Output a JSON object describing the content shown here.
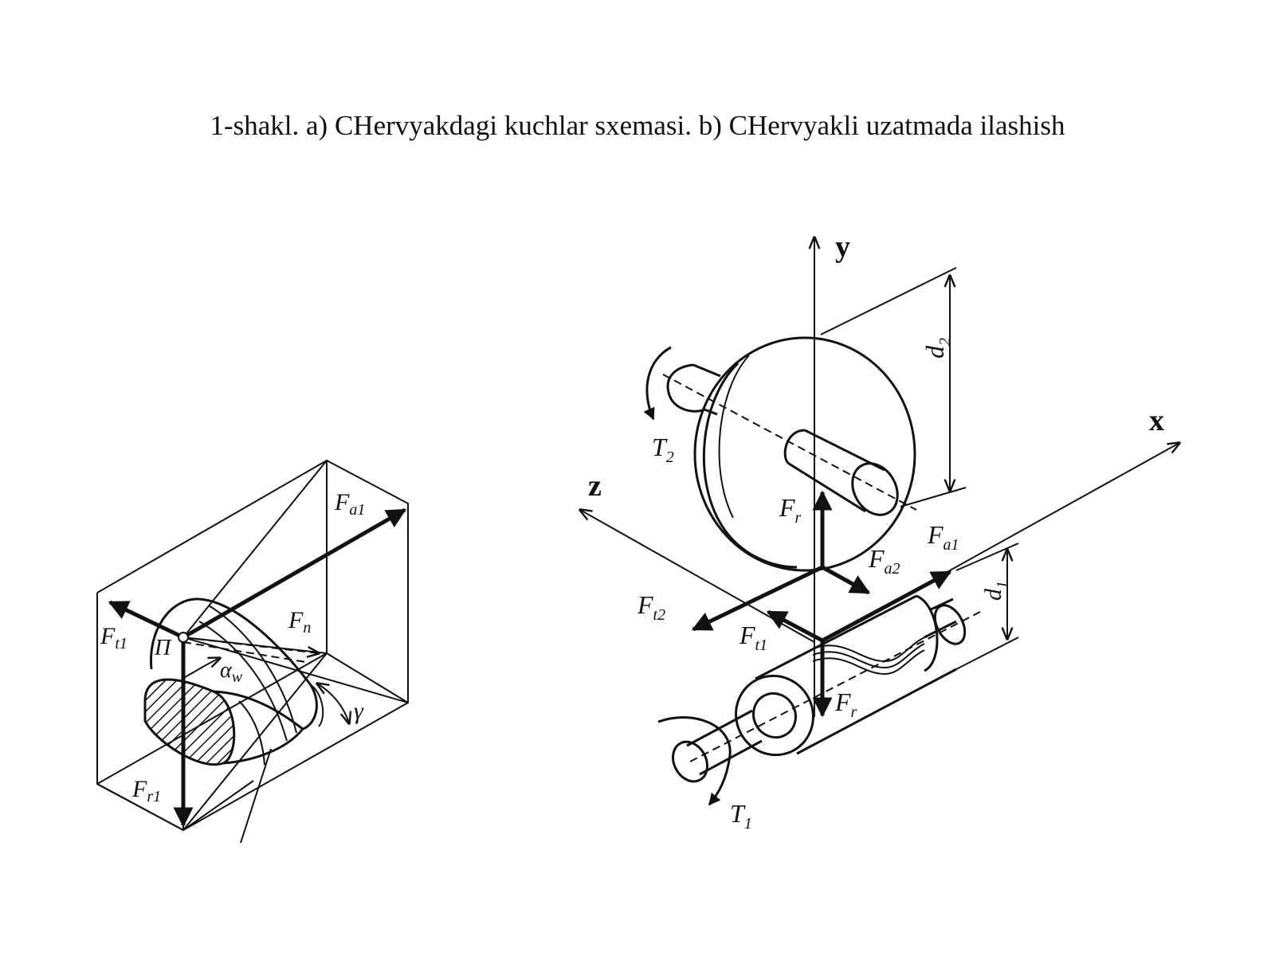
{
  "caption": "1-shakl. a) CHervyakdagi kuchlar sxemasi. b) CHervyakli uzatmada ilashish",
  "figure_a": {
    "labels": {
      "fa1": "F",
      "fa1_sub": "a1",
      "ft1": "F",
      "ft1_sub": "t1",
      "fn": "F",
      "fn_sub": "n",
      "fr1": "F",
      "fr1_sub": "r1",
      "pole": "Π",
      "alpha": "α",
      "alpha_sub": "w",
      "gamma": "γ"
    }
  },
  "figure_b": {
    "axes": {
      "y": "y",
      "x": "x",
      "z": "z"
    },
    "labels": {
      "d2": "d",
      "d2_sub": "2",
      "d1": "d",
      "d1_sub": "1",
      "t2": "T",
      "t2_sub": "2",
      "t1": "T",
      "t1_sub": "1",
      "fr_top": "F",
      "fr_top_sub": "r",
      "fr_bottom": "F",
      "fr_bottom_sub": "r",
      "fa1": "F",
      "fa1_sub": "a1",
      "fa2": "F",
      "fa2_sub": "a2",
      "ft2": "F",
      "ft2_sub": "t2",
      "ft1": "F",
      "ft1_sub": "t1"
    }
  }
}
